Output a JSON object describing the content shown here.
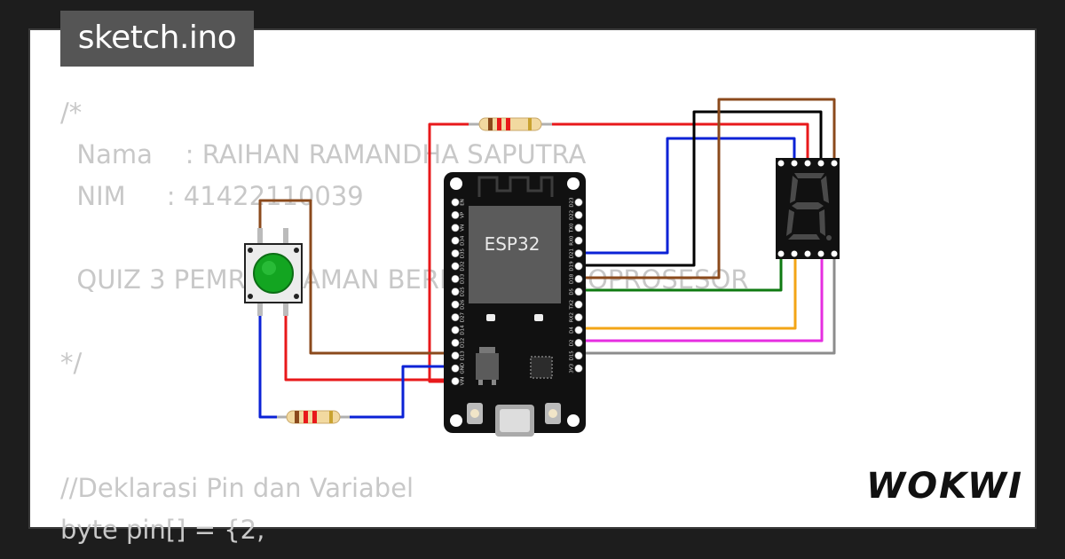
{
  "file_tab": {
    "label": "sketch.ino"
  },
  "brand": {
    "name": "WOKWI"
  },
  "code_lines": [
    "/*",
    "  Nama    : RAIHAN RAMANDHA SAPUTRA",
    "  NIM     : 41422110039",
    "",
    "  QUIZ 3 PEMROGRAMAN BERBASIS MIKROPROSESOR",
    "",
    "*/",
    "",
    "",
    "//Deklarasi Pin dan Variabel",
    "byte pin[] = {2,"
  ],
  "board": {
    "chip_label": "ESP32",
    "left_pins": [
      "EN",
      "VP",
      "VN",
      "D34",
      "D35",
      "D32",
      "D33",
      "D25",
      "D26",
      "D27",
      "D14",
      "D12",
      "D13",
      "GND",
      "VIN"
    ],
    "right_pins": [
      "D23",
      "D22",
      "TX0",
      "RX0",
      "D21",
      "D19",
      "D18",
      "D5",
      "TX2",
      "RX2",
      "D4",
      "D2",
      "D15",
      "3V3"
    ]
  },
  "colors": {
    "background": "#1d1d1d",
    "card": "#ffffff",
    "board": "#111111",
    "wire_red": "#e8191b",
    "wire_blue": "#0b22d6",
    "wire_brown": "#8b4a1c",
    "wire_black": "#000000",
    "wire_green": "#0f7a12",
    "wire_orange": "#f3a516",
    "wire_magenta": "#e62ee0",
    "wire_gray": "#8c8c8c",
    "button_green": "#13a521"
  }
}
